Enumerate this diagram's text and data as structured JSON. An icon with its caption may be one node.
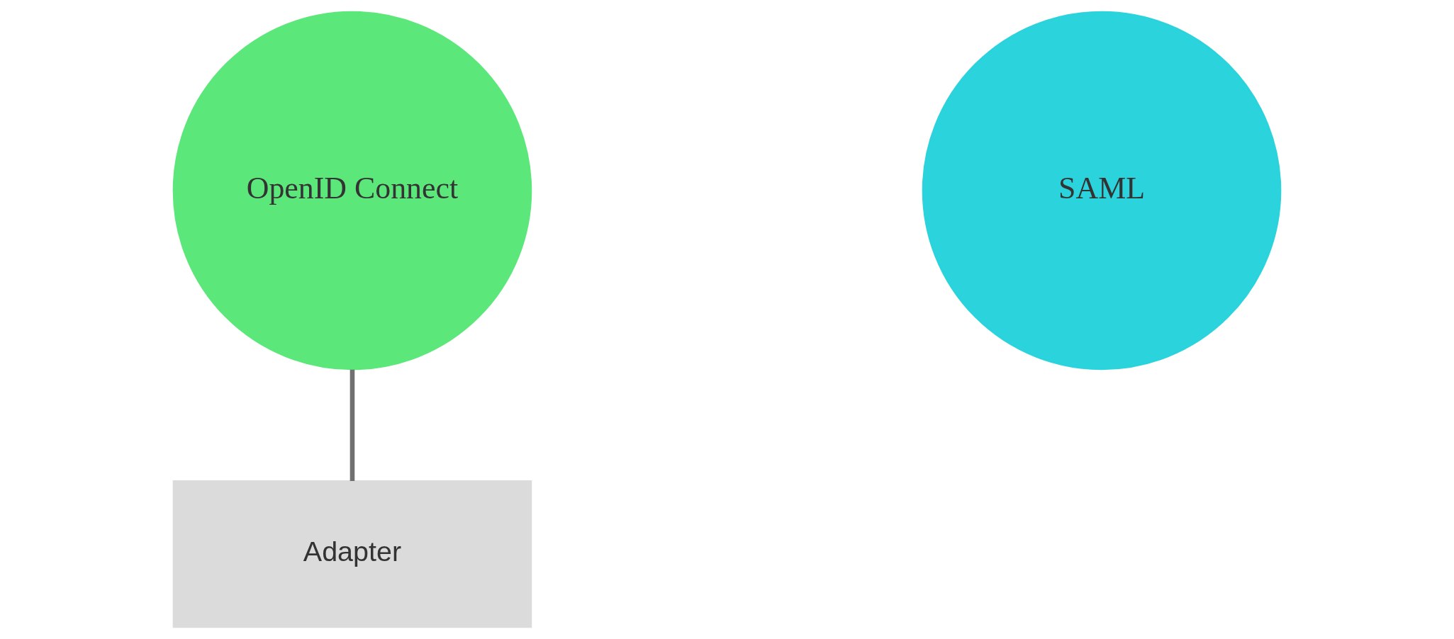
{
  "diagram": {
    "nodes": [
      {
        "text": [
          "OpenID Connect"
        ]
      },
      {
        "text": [
          "SAML"
        ]
      },
      {
        "text": [
          "Adapter"
        ]
      }
    ],
    "edges": [
      {
        "from": 0,
        "to": 2,
        "arrow": "none",
        "color": "#707070"
      }
    ]
  }
}
